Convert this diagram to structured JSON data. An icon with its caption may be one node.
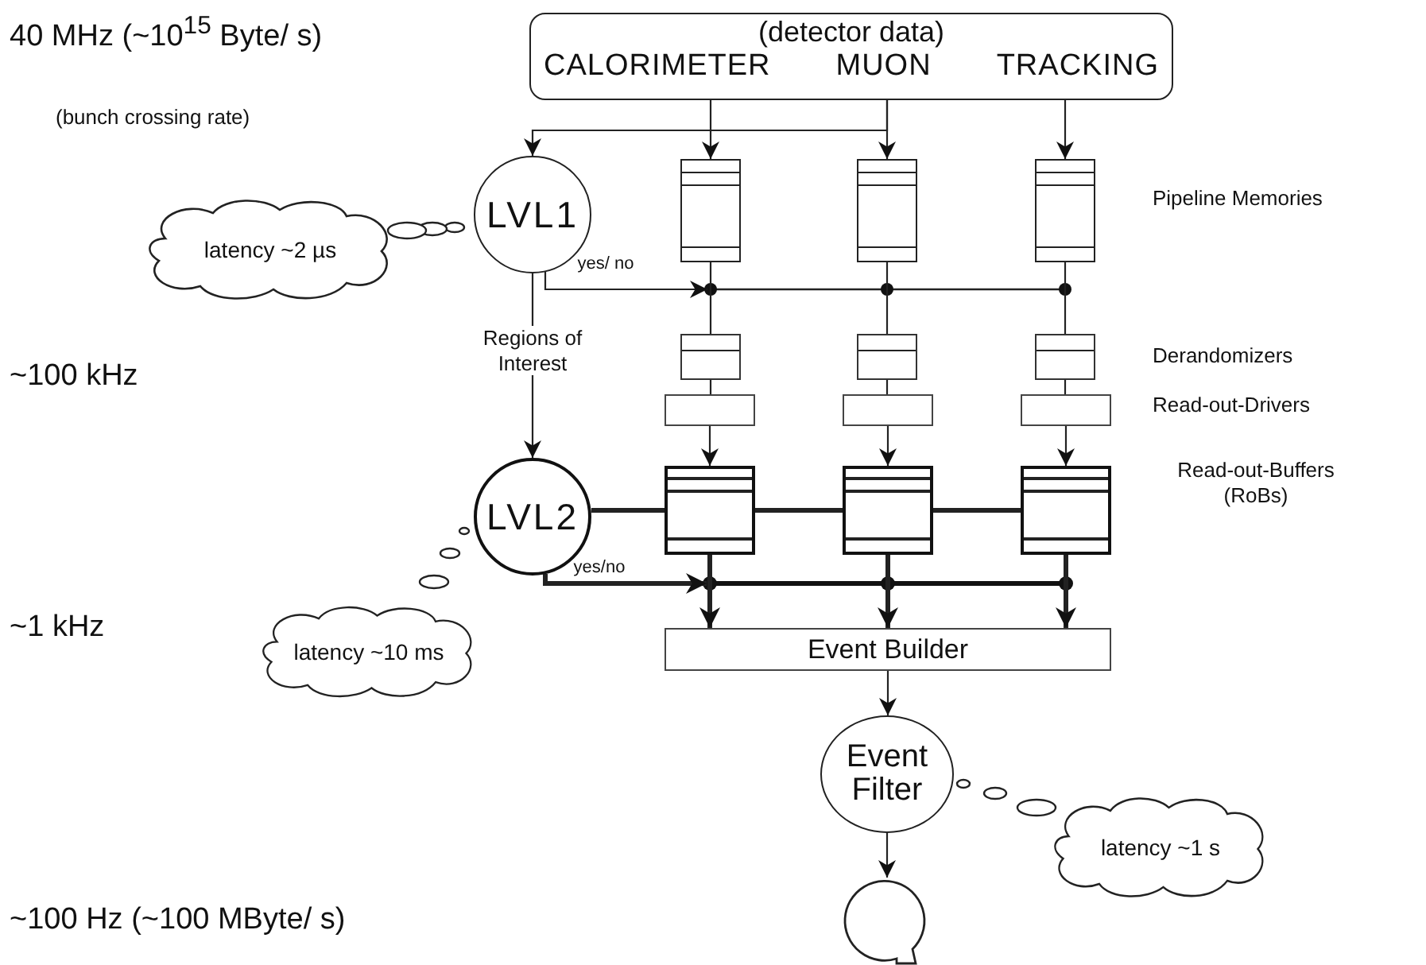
{
  "diagram": {
    "nodes": [
      {
        "text": [
          "(detector data)",
          "CALORIMETER",
          "MUON",
          "TRACKING"
        ]
      },
      {
        "text": [
          "LVL1"
        ]
      },
      {
        "text": [],
        "shape": "box"
      },
      {
        "text": [],
        "shape": "box"
      },
      {
        "text": [],
        "shape": "box"
      },
      {
        "text": [],
        "shape": "box"
      },
      {
        "text": [],
        "shape": "box"
      },
      {
        "text": [],
        "shape": "box"
      },
      {
        "text": [],
        "shape": "box"
      },
      {
        "text": [],
        "shape": "box"
      },
      {
        "text": [],
        "shape": "box"
      },
      {
        "text": [],
        "shape": "box"
      },
      {
        "text": [],
        "shape": "box"
      },
      {
        "text": [],
        "shape": "box"
      },
      {
        "text": [
          "LVL2"
        ]
      },
      {
        "text": [
          "Event Builder"
        ]
      },
      {
        "text": [
          "Event Filter"
        ]
      },
      {
        "text": [],
        "shape": "circle"
      },
      {
        "text": [
          "latency ~2 µs"
        ]
      },
      {
        "text": [
          "latency ~10 ms"
        ]
      },
      {
        "text": [
          "latency ~1 s"
        ]
      }
    ],
    "edges": [
      {
        "from": 0,
        "to": 2,
        "arrow": "to"
      },
      {
        "from": 0,
        "to": 3,
        "arrow": "to"
      },
      {
        "from": 0,
        "to": 4,
        "arrow": "to"
      },
      {
        "from": 0,
        "to": 1,
        "arrow": "to"
      },
      {
        "from": 2,
        "to": 5,
        "arrow": "none"
      },
      {
        "from": 3,
        "to": 6,
        "arrow": "none"
      },
      {
        "from": 4,
        "to": 7,
        "arrow": "none"
      },
      {
        "from": 1,
        "to": 2,
        "arrow": "to",
        "label": "yes/ no"
      },
      {
        "from": 5,
        "to": 8,
        "arrow": "none"
      },
      {
        "from": 6,
        "to": 9,
        "arrow": "none"
      },
      {
        "from": 7,
        "to": 10,
        "arrow": "none"
      },
      {
        "from": 8,
        "to": 11,
        "arrow": "to"
      },
      {
        "from": 9,
        "to": 12,
        "arrow": "to"
      },
      {
        "from": 10,
        "to": 13,
        "arrow": "to"
      },
      {
        "from": 1,
        "to": 14,
        "arrow": "to",
        "label": "Regions of Interest"
      },
      {
        "from": 14,
        "to": 11,
        "arrow": "none",
        "style": "thick"
      },
      {
        "from": 11,
        "to": 12,
        "arrow": "none",
        "style": "thick"
      },
      {
        "from": 12,
        "to": 13,
        "arrow": "none",
        "style": "thick"
      },
      {
        "from": 14,
        "to": 11,
        "arrow": "to",
        "label": "yes/no",
        "style": "thick"
      },
      {
        "from": 11,
        "to": 15,
        "arrow": "to",
        "style": "thick"
      },
      {
        "from": 12,
        "to": 15,
        "arrow": "to",
        "style": "thick"
      },
      {
        "from": 13,
        "to": 15,
        "arrow": "to",
        "style": "thick"
      },
      {
        "from": 15,
        "to": 16,
        "arrow": "to"
      },
      {
        "from": 16,
        "to": 17,
        "arrow": "to"
      }
    ],
    "labels": [
      "40 MHz (~10$^{15}$ Byte/ s)",
      "(bunch crossing rate)",
      "~100 kHz",
      "~1 kHz",
      "~100 Hz (~100 MByte/ s)",
      "Pipeline Memories",
      "Derandomizers",
      "Read-out-Drivers",
      "Read-out-Buffers (RoBs)"
    ]
  }
}
